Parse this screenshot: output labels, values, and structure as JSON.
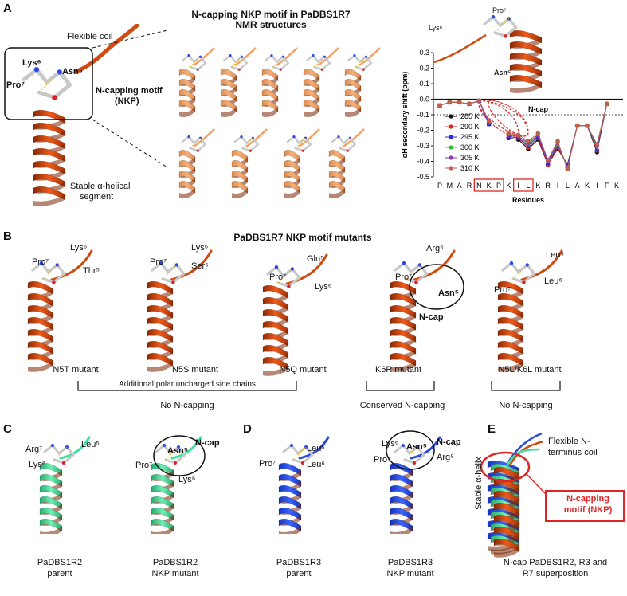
{
  "panelA": {
    "letter": "A",
    "flexible_coil": "Flexible coil",
    "lys": "Lys⁶",
    "asn": "Asn⁵",
    "pro": "Pro⁷",
    "ncap_motif": "N-capping motif",
    "nkp": "(NKP)",
    "stable1": "Stable α-helical",
    "stable2": "segment",
    "nmr_title1": "N-capping NKP motif in PaDBS1R7",
    "nmr_title2": "NMR structures",
    "inset_lys": "Lys⁶",
    "inset_pro": "Pro⁷",
    "inset_asn": "Asn⁵",
    "ncap_label": "N-cap"
  },
  "panelB": {
    "letter": "B",
    "title": "PaDBS1R7 NKP motif mutants",
    "m1": {
      "a": "Lys⁶",
      "b": "Pro⁷",
      "c": "Thr⁵",
      "name": "N5T mutant"
    },
    "m2": {
      "a": "Lys⁶",
      "b": "Pro⁷",
      "c": "Ser⁵",
      "name": "N5S mutant"
    },
    "m3": {
      "a": "Gln⁵",
      "b": "Pro⁷",
      "c": "Lys⁶",
      "name": "N5Q mutant"
    },
    "m4": {
      "a": "Arg⁶",
      "b": "Pro⁷",
      "c": "Asn⁵",
      "d": "N-cap",
      "name": "K6R mutant"
    },
    "m5": {
      "a": "Leu⁵",
      "b": "Leu⁶",
      "c": "Pro⁷",
      "name": "N5L/K6L mutant"
    },
    "bracket1": "Additional polar uncharged side chains",
    "group1": "No N-capping",
    "group2": "Conserved N-capping",
    "group3": "No N-capping"
  },
  "panelC": {
    "letter": "C",
    "p_arg": "Arg⁷",
    "p_leu": "Leu⁵",
    "p_lys": "Lys⁶",
    "m_asn": "Asn⁵",
    "m_ncap": "N-cap",
    "m_pro": "Pro⁷",
    "m_lys": "Lys⁶",
    "cap1a": "PaDBS1R2",
    "cap1b": "parent",
    "cap2a": "PaDBS1R2",
    "cap2b": "NKP mutant"
  },
  "panelD": {
    "letter": "D",
    "p_leu5": "Leu⁵",
    "p_pro": "Pro⁷",
    "p_leu6": "Leu⁶",
    "m_lys": "Lys⁶",
    "m_asn": "Asn⁵",
    "m_ncap": "N-cap",
    "m_arg": "Arg⁸",
    "m_pro": "Pro⁷",
    "cap1a": "PaDBS1R3",
    "cap1b": "parent",
    "cap2a": "PaDBS1R3",
    "cap2b": "NKP mutant"
  },
  "panelE": {
    "letter": "E",
    "flex1": "Flexible N-",
    "flex2": "terminus coil",
    "stable": "Stable α-helix",
    "box1": "N-capping",
    "box2": "motif (NKP)",
    "cap1": "N-cap PaDBS1R2, R3 and",
    "cap2": "R7 superposition"
  },
  "chart_data": {
    "type": "line",
    "categories": [
      "P",
      "M",
      "A",
      "R",
      "N",
      "K",
      "P",
      "K",
      "I",
      "L",
      "K",
      "R",
      "I",
      "L",
      "A",
      "K",
      "I",
      "F",
      "K"
    ],
    "boxed_categories": [
      "N",
      "K",
      "P",
      "I",
      "L"
    ],
    "ylabel": "αH secondary shift (ppm)",
    "xlabel": "Residues",
    "ylim": [
      -0.5,
      0.3
    ],
    "yticks": [
      "0.3",
      "0.2",
      "0.1",
      "0.0",
      "-0.1",
      "-0.2",
      "-0.3",
      "-0.4",
      "-0.5"
    ],
    "threshold": -0.1,
    "annotation": "N-cap",
    "series": [
      {
        "name": "285 K",
        "color": "#111111",
        "marker": "circle",
        "values": [
          -0.04,
          -0.02,
          -0.02,
          -0.03,
          -0.01,
          -0.16,
          null,
          -0.25,
          -0.26,
          -0.32,
          -0.26,
          -0.42,
          -0.32,
          -0.42,
          -0.17,
          -0.17,
          -0.34,
          -0.03,
          null
        ]
      },
      {
        "name": "290 K",
        "color": "#e02020",
        "marker": "square",
        "values": [
          -0.04,
          -0.02,
          -0.02,
          -0.03,
          -0.01,
          -0.15,
          null,
          -0.24,
          -0.25,
          -0.31,
          -0.25,
          -0.42,
          -0.31,
          -0.43,
          -0.17,
          -0.17,
          -0.33,
          -0.03,
          null
        ]
      },
      {
        "name": "295 K",
        "color": "#2a2ae0",
        "marker": "triangle",
        "values": [
          -0.04,
          -0.02,
          -0.02,
          -0.03,
          -0.01,
          -0.16,
          null,
          -0.24,
          -0.25,
          -0.3,
          -0.24,
          -0.41,
          -0.3,
          -0.43,
          -0.17,
          -0.17,
          -0.32,
          -0.03,
          null
        ]
      },
      {
        "name": "300 K",
        "color": "#30c030",
        "marker": "triangle-down",
        "values": [
          -0.04,
          -0.02,
          -0.02,
          -0.03,
          -0.01,
          -0.15,
          null,
          -0.23,
          -0.24,
          -0.29,
          -0.23,
          -0.4,
          -0.29,
          -0.44,
          -0.17,
          -0.17,
          -0.31,
          -0.03,
          null
        ]
      },
      {
        "name": "305 K",
        "color": "#8a3ab0",
        "marker": "diamond",
        "values": [
          -0.04,
          -0.02,
          -0.02,
          -0.03,
          -0.01,
          -0.15,
          null,
          -0.23,
          -0.24,
          -0.28,
          -0.23,
          -0.4,
          -0.28,
          -0.44,
          -0.17,
          -0.17,
          -0.3,
          -0.03,
          null
        ]
      },
      {
        "name": "310 K",
        "color": "#c0604a",
        "marker": "circle",
        "values": [
          -0.04,
          -0.02,
          -0.02,
          -0.03,
          -0.01,
          -0.14,
          null,
          -0.22,
          -0.23,
          -0.27,
          -0.22,
          -0.39,
          -0.27,
          -0.45,
          -0.17,
          -0.17,
          -0.29,
          -0.03,
          null
        ]
      }
    ]
  }
}
